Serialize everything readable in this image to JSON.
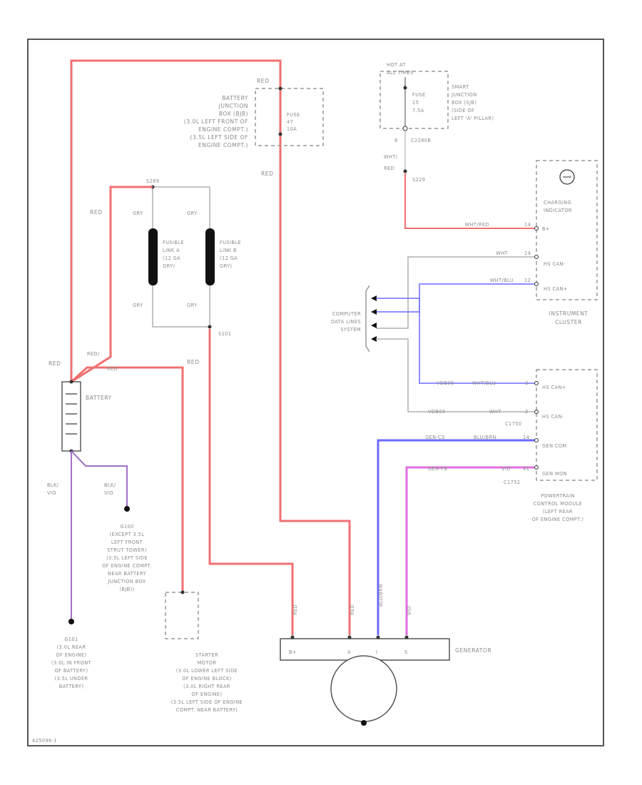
{
  "colors": {
    "red_wire": "#f07070",
    "blue_wire": "#6b6bff",
    "purple_wire": "#a070c8",
    "pink_wire": "#e070e0",
    "grey_wire": "#b0b0b0",
    "frame": "#555555"
  },
  "battery_junction": {
    "wire_top": "RED",
    "lines": [
      "BATTERY",
      "JUNCTION",
      "BOX (BJB)",
      "(3.0L LEFT FRONT OF",
      "ENGINE COMPT.)",
      "(3.5L LEFT SIDE OF",
      "ENGINE COMPT.)"
    ],
    "fuse_lines": [
      "FUSE",
      "47",
      "10A"
    ],
    "wire_below": "RED"
  },
  "hot_at": {
    "lines": [
      "HOT AT",
      "ALL TIMES"
    ],
    "fuse_lines": [
      "FUSE",
      "15",
      "7.5A"
    ],
    "sjb_lines": [
      "SMART",
      "JUNCTION",
      "BOX (SJB)",
      "(SIDE OF",
      "LEFT 'A' PILLAR)"
    ],
    "pin": "8",
    "connector": "C2280B",
    "wire_lines": [
      "WHT/",
      "RED"
    ],
    "splice": "S229"
  },
  "fusible": {
    "splice_top": "S269",
    "wire_left": "RED",
    "gry": "GRY",
    "link_a": [
      "FUSIBLE",
      "LINK A",
      "(12 GA",
      "GRY)"
    ],
    "link_b": [
      "FUSIBLE",
      "LINK B",
      "(12 GA",
      "GRY)"
    ],
    "splice_bottom": "S101"
  },
  "battery": {
    "label": "BATTERY",
    "red_1": "RED",
    "red_2": "RED/",
    "red_3": "RED",
    "red_4": "RED",
    "blk_vio_1": [
      "BLK/",
      "VIO"
    ],
    "blk_vio_2": [
      "BLK/",
      "VIO"
    ]
  },
  "ground_g100": [
    "G100",
    "(EXCEPT 3.5L",
    "LEFT FRONT",
    "STRUT TOWER)",
    "(3.5L LEFT SIDE",
    "OF ENGINE COMPT.",
    "NEAR BATTERY",
    "JUNCTION BOX",
    "(BJB))"
  ],
  "ground_g101": [
    "G101",
    "(3.0L REAR",
    "OF ENGINE)",
    "(3.0L IN FRONT",
    "OF BATTERY)",
    "(3.5L UNDER",
    "BATTERY)"
  ],
  "starter": [
    "STARTER",
    "MOTOR",
    "(3.0L LOWER LEFT SIDE",
    "OF ENGINE BLOCK)",
    "(3.0L RIGHT REAR",
    "OF ENGINE)",
    "(3.5L LEFT SIDE OF ENGINE",
    "COMPT. NEAR BATTERY)"
  ],
  "instrument_cluster": {
    "indicator": [
      "CHARGING",
      "INDICATOR"
    ],
    "rows": [
      {
        "wire": "WHT/RED",
        "pin": "14",
        "signal": "B+"
      },
      {
        "wire": "WHT",
        "pin": "14",
        "signal": "HS CAN-"
      },
      {
        "wire": "WHT/BLU",
        "pin": "12",
        "signal": "HS CAN+"
      }
    ],
    "label": [
      "INSTRUMENT",
      "CLUSTER"
    ]
  },
  "data_lines": [
    "COMPUTER",
    "DATA LINES",
    "SYSTEM"
  ],
  "pcm": {
    "rows": [
      {
        "circuit": "VDB06",
        "wire": "WHT/BLU",
        "pin": "3",
        "signal": "HS CAN+"
      },
      {
        "circuit": "VDB05",
        "wire": "WHT",
        "pin": "2",
        "signal": "HS CAN-"
      },
      {
        "circuit": "GEN-CS",
        "wire": "BLU/BRN",
        "pin": "14",
        "signal": "GEN COM"
      },
      {
        "circuit": "GEN-FB",
        "wire": "VIO",
        "pin": "41",
        "signal": "GEN MON"
      }
    ],
    "connector_top": "C1750",
    "connector_bottom": "C1752",
    "label": [
      "POWERTRAIN",
      "CONTROL MODULE",
      "(LEFT REAR",
      "OF ENGINE COMPT.)"
    ]
  },
  "generator": {
    "label": "GENERATOR",
    "pins": [
      "B+",
      "A",
      "I",
      "S"
    ],
    "wire_labels": [
      "RED",
      "RED",
      "BLU/BRN",
      "VIO"
    ]
  },
  "footer_code": "425096-1"
}
